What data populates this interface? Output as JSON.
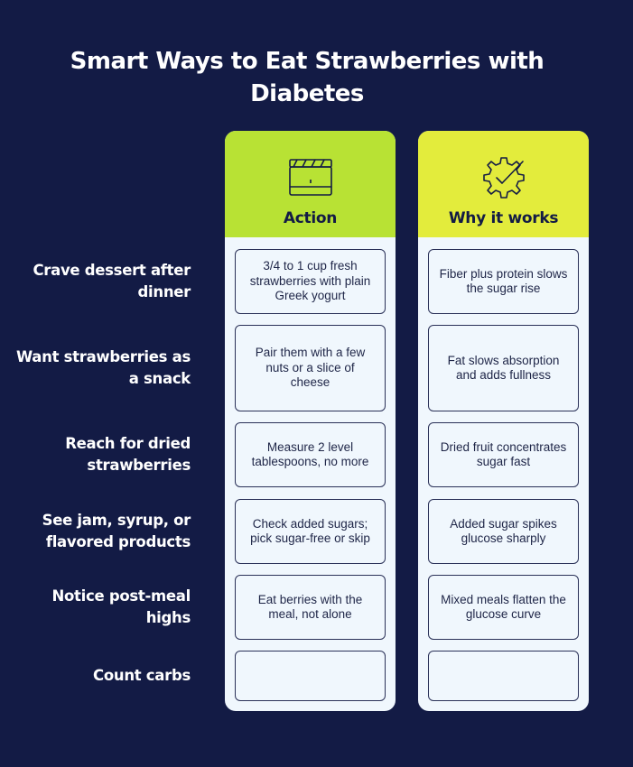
{
  "title": "Smart Ways to Eat Strawberries with Diabetes",
  "columns": {
    "action": {
      "label": "Action",
      "icon": "clapperboard-icon",
      "color": "#b8e234"
    },
    "why": {
      "label": "Why it works",
      "icon": "gear-check-icon",
      "color": "#e3ec3c"
    }
  },
  "rows": [
    {
      "label": "Crave dessert after dinner",
      "action": "3/4 to 1 cup fresh strawberries with plain Greek yogurt",
      "why": "Fiber plus protein slows the sugar rise"
    },
    {
      "label": "Want strawberries as a snack",
      "action": "Pair them with a few nuts or a slice of cheese",
      "why": "Fat slows absorption and adds fullness"
    },
    {
      "label": "Reach for dried strawberries",
      "action": "Measure 2 level tablespoons, no more",
      "why": "Dried fruit concentrates sugar fast"
    },
    {
      "label": "See jam, syrup, or flavored products",
      "action": "Check added sugars; pick sugar-free or skip",
      "why": "Added sugar spikes glucose sharply"
    },
    {
      "label": "Notice post-meal highs",
      "action": "Eat berries with the meal, not alone",
      "why": "Mixed meals flatten the glucose curve"
    },
    {
      "label": "Count carbs",
      "action": "",
      "why": ""
    }
  ],
  "colors": {
    "background": "#131b45",
    "text_dark": "#131b45",
    "panel": "#f0f7fd"
  }
}
